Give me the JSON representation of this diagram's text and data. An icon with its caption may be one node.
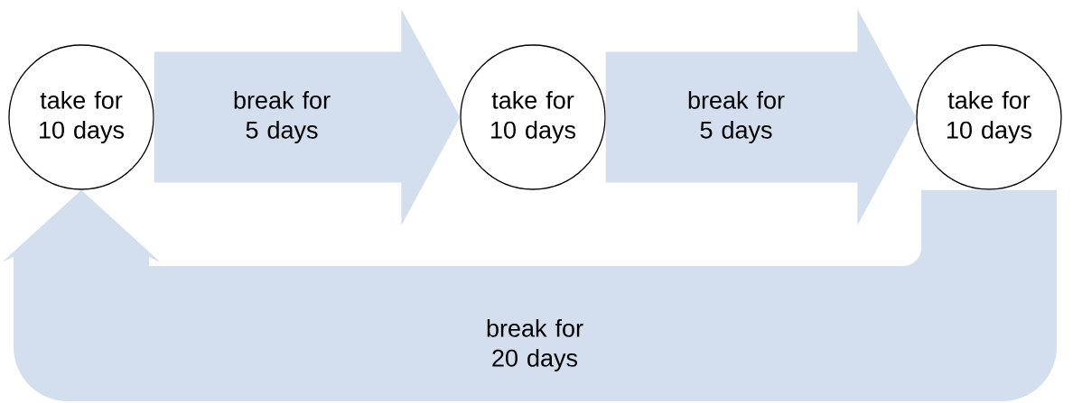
{
  "diagram": {
    "nodes": [
      {
        "text": [
          "take for 10 days"
        ]
      },
      {
        "text": [
          "take for 10 days"
        ]
      },
      {
        "text": [
          "take for 10 days"
        ]
      }
    ],
    "edges": [
      {
        "from": 0,
        "to": 1,
        "arrow": "to",
        "label": "break for 5 days"
      },
      {
        "from": 1,
        "to": 2,
        "arrow": "to",
        "label": "break for 5 days"
      },
      {
        "from": 2,
        "to": 0,
        "arrow": "to",
        "label": "break for 20 days"
      }
    ]
  }
}
